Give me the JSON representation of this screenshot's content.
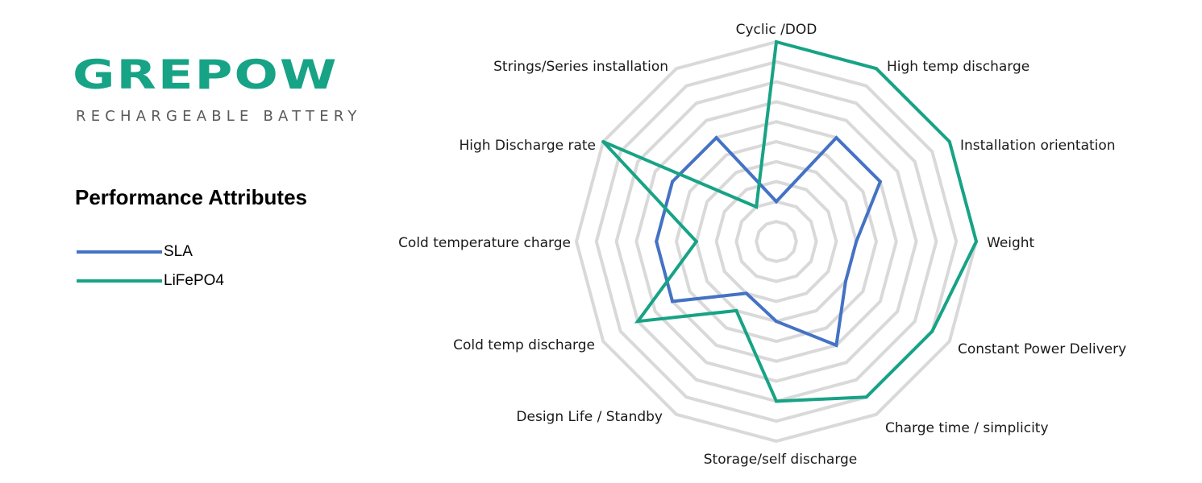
{
  "brand": {
    "name": "GREPOW",
    "tagline": "RECHARGEABLE BATTERY",
    "color": "#17a385"
  },
  "panel_title": "Performance Attributes",
  "chart_data": {
    "type": "radar",
    "title": "Performance Attributes",
    "categories": [
      "Cyclic /DOD",
      "High temp discharge",
      "Installation orientation",
      "Weight",
      "Constant Power Delivery",
      "Charge time / simplicity",
      "Storage/self discharge",
      "Design Life / Standby",
      "Cold temp discharge",
      "Cold temperature charge",
      "High Discharge rate",
      "Strings/Series installation"
    ],
    "rlim": [
      0,
      10
    ],
    "grid": true,
    "legend_position": "left",
    "series": [
      {
        "name": "SLA",
        "color": "#4472c4",
        "values": [
          2,
          6,
          6,
          4,
          4,
          6,
          4,
          3,
          6,
          6,
          6,
          6
        ]
      },
      {
        "name": "LiFePO4",
        "color": "#17a385",
        "values": [
          10,
          10,
          10,
          10,
          9,
          9,
          8,
          4,
          8,
          4,
          10,
          2
        ]
      }
    ]
  }
}
